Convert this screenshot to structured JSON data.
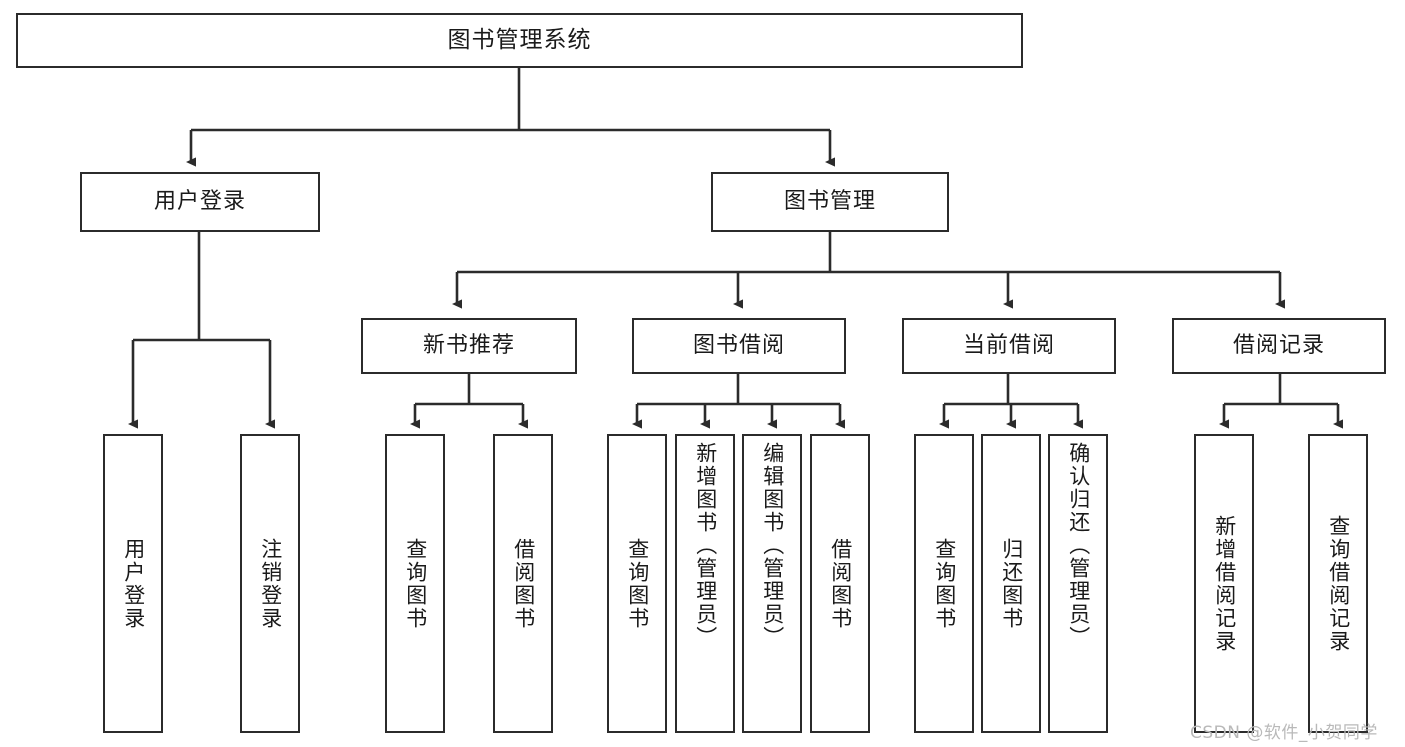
{
  "diagram": {
    "type": "tree",
    "title": "图书管理系统",
    "orientation": "top-down",
    "theme": {
      "background": "#ffffff",
      "node_fill": "#ffffff",
      "node_border": "#2b2b2b",
      "edge_color": "#2b2b2b",
      "text_color": "#1a1a1a",
      "watermark_color": "#b9b9b9"
    }
  },
  "root": {
    "label": "图书管理系统"
  },
  "level1": [
    {
      "label": "用户登录"
    },
    {
      "label": "图书管理"
    }
  ],
  "level2": [
    {
      "label": "新书推荐"
    },
    {
      "label": "图书借阅"
    },
    {
      "label": "当前借阅"
    },
    {
      "label": "借阅记录"
    }
  ],
  "leaves": {
    "user_login": [
      {
        "label": "用户登录"
      },
      {
        "label": "注销登录"
      }
    ],
    "new_book": [
      {
        "label": "查询图书"
      },
      {
        "label": "借阅图书"
      }
    ],
    "book_borrow": [
      {
        "label": "查询图书"
      },
      {
        "label": "新增图书（管理员）"
      },
      {
        "label": "编辑图书（管理员）"
      },
      {
        "label": "借阅图书"
      }
    ],
    "current_borrow": [
      {
        "label": "查询图书"
      },
      {
        "label": "归还图书"
      },
      {
        "label": "确认归还（管理员）"
      }
    ],
    "borrow_record": [
      {
        "label": "新增借阅记录"
      },
      {
        "label": "查询借阅记录"
      }
    ]
  },
  "watermark": {
    "text": "CSDN @软件_小贺同学"
  }
}
